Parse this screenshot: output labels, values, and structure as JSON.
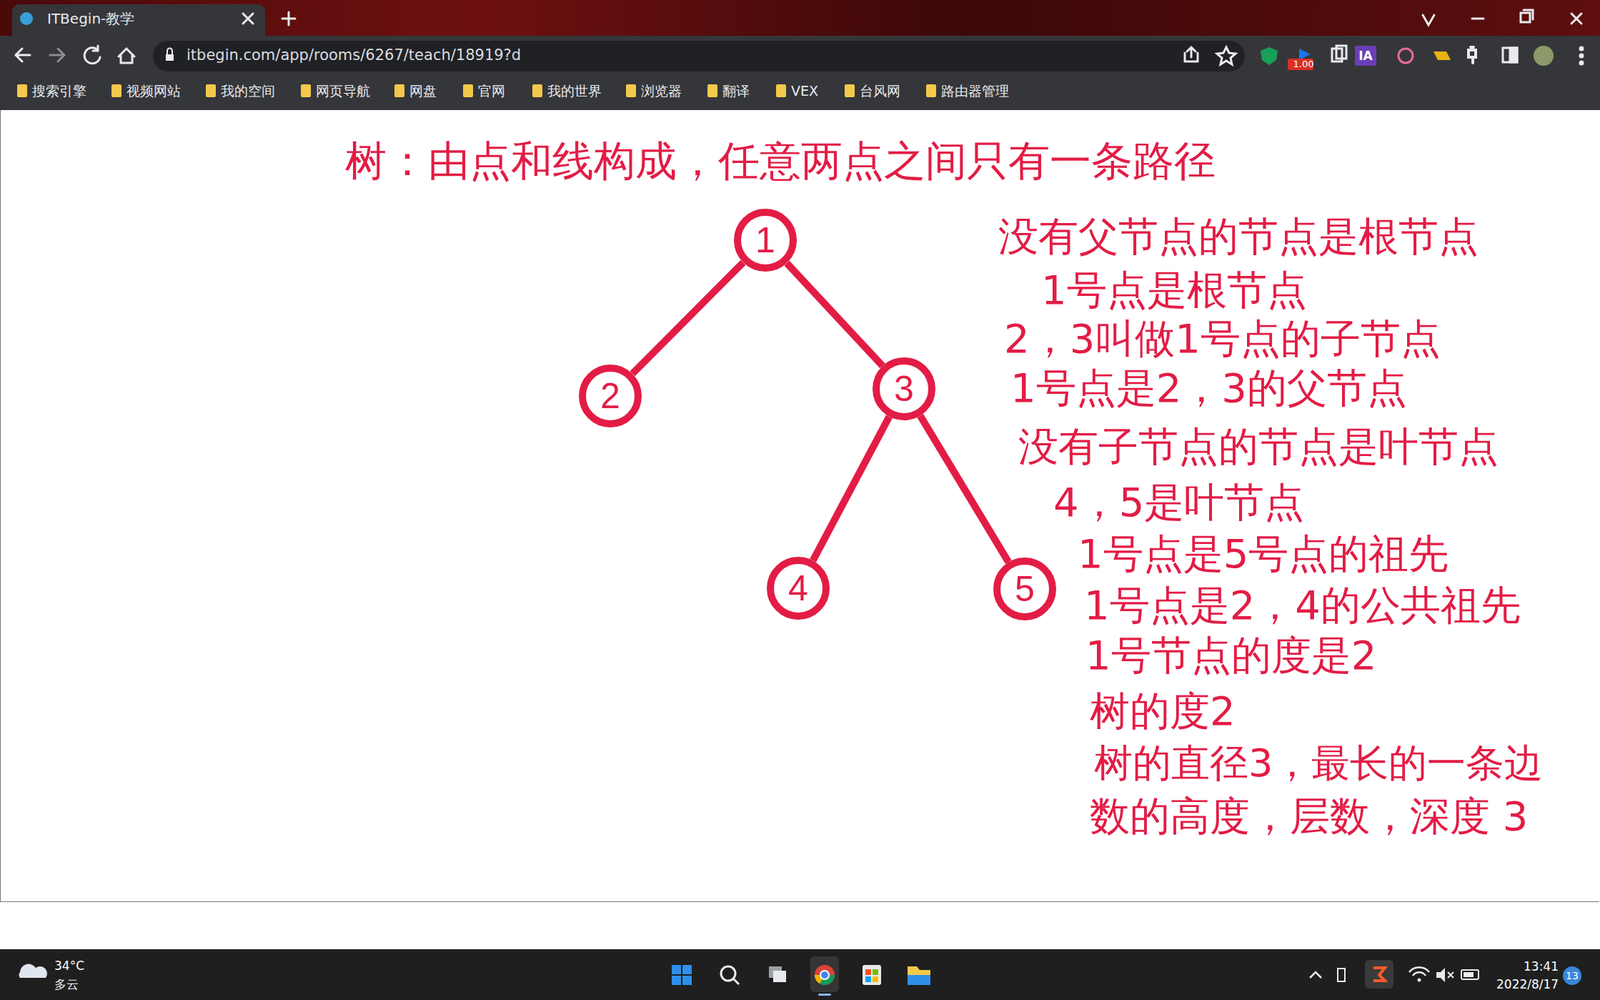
{
  "diagram": {
    "title": "树：由点和线构成，任意两点之间只有一条路径",
    "nodes": [
      {
        "text": [
          "1"
        ]
      },
      {
        "text": [
          "2"
        ]
      },
      {
        "text": [
          "3"
        ]
      },
      {
        "text": [
          "4"
        ]
      },
      {
        "text": [
          "5"
        ]
      }
    ],
    "edges": [
      {
        "from": 0,
        "to": 1,
        "arrow": "none"
      },
      {
        "from": 0,
        "to": 2,
        "arrow": "none"
      },
      {
        "from": 2,
        "to": 3,
        "arrow": "none"
      },
      {
        "from": 2,
        "to": 4,
        "arrow": "none"
      }
    ],
    "labels": [
      "ITBegin-教学",
      "itbegin.com/app/rooms/6267/teach/18919?d",
      "1.00",
      "IA",
      "搜索引擎",
      "视频网站",
      "我的空间",
      "网页导航",
      "网盘",
      "官网",
      "我的世界",
      "浏览器",
      "翻译",
      "VEX",
      "台风网",
      "路由器管理",
      "没有父节点的节点是根节点",
      "1号点是根节点",
      "2，3叫做1号点的子节点",
      "1号点是2，3的父节点",
      "没有子节点的节点是叶节点",
      "4，5是叶节点",
      "1号点是5号点的祖先",
      "1号点是2，4的公共祖先",
      "1号节点的度是2",
      "树的度2",
      "树的直径3，最长的一条边",
      "数的高度，层数，深度 3",
      "34°C",
      "多云",
      "13:41",
      "2022/8/17",
      "13"
    ]
  }
}
